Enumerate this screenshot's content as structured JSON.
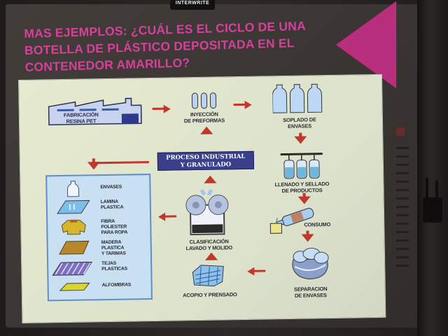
{
  "brand": {
    "label": "INTERWRITE"
  },
  "slide": {
    "title_lines": [
      "MAS EJEMPLOS: ¿CUÁL ES EL CICLO DE UNA",
      "BOTELLA DE PLÁSTICO DEPOSITADA EN EL",
      "CONTENEDOR AMARILLO?"
    ],
    "colors": {
      "title": "#d6409a",
      "accent_triangle": "#b8307d",
      "arrow": "#c2372b",
      "process_box": "#3a3f8a",
      "legend_bg": "#c9e0f2"
    },
    "diagram": {
      "steps": {
        "fabricacion": [
          "FABRICACIÓN",
          "RESINA PET"
        ],
        "inyeccion": [
          "INYECCIÓN",
          "DE PREFORMAS"
        ],
        "soplado": [
          "SOPLADO DE",
          "ENVASES"
        ],
        "llenado": [
          "LLENADO Y SELLADO",
          "DE PRODUCTOS"
        ],
        "consumo": "CONSUMO",
        "separacion": [
          "SEPARACION",
          "DE ENVASES"
        ],
        "acopio": "ACOPIO Y PRENSADO",
        "clasificacion": [
          "CLASIFICACIÓN",
          "LAVADO Y MOLIDO"
        ],
        "proceso": [
          "PROCESO INDUSTRIAL",
          "Y GRANULADO"
        ]
      },
      "products": [
        {
          "icon": "bottle-icon",
          "label": [
            "ENVASES"
          ]
        },
        {
          "icon": "plastic-sheet-icon",
          "label": [
            "LAMINA",
            "PLASTICA"
          ]
        },
        {
          "icon": "jacket-icon",
          "label": [
            "FIBRA",
            "POLIESTER",
            "PARA ROPA"
          ]
        },
        {
          "icon": "wood-board-icon",
          "label": [
            "MADERA",
            "PLASTICA",
            "Y TARIMAS"
          ]
        },
        {
          "icon": "roof-tiles-icon",
          "label": [
            "TEJAS",
            "PLASTICAS"
          ]
        },
        {
          "icon": "carpet-icon",
          "label": [
            "ALFOMBRAS"
          ]
        }
      ]
    }
  }
}
